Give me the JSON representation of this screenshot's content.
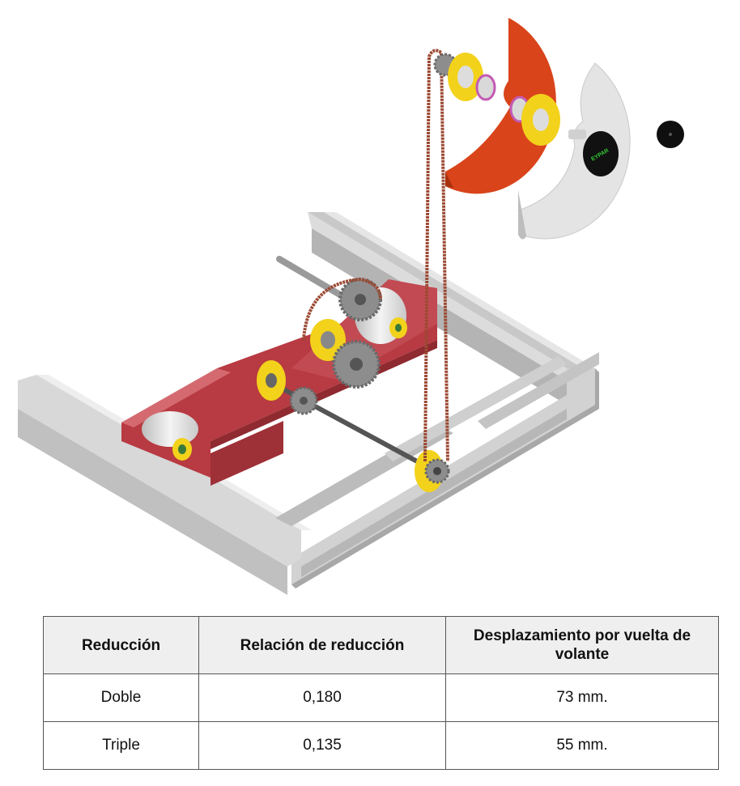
{
  "figure": {
    "brand_label": "EYPAR",
    "colors": {
      "frame": "#d6d6d6",
      "plate": "#b83a42",
      "flange": "#f2d21b",
      "cover_orange": "#d9441a",
      "cover_grey": "#e4e4e4",
      "chain": "#9c4a34",
      "sprocket": "#8d8d8d"
    }
  },
  "table": {
    "headers": [
      "Reducción",
      "Relación de reducción",
      "Desplazamiento por vuelta de volante"
    ],
    "rows": [
      {
        "reduccion": "Doble",
        "relacion": "0,180",
        "desplazamiento": "73 mm."
      },
      {
        "reduccion": "Triple",
        "relacion": "0,135",
        "desplazamiento": "55 mm."
      }
    ]
  }
}
